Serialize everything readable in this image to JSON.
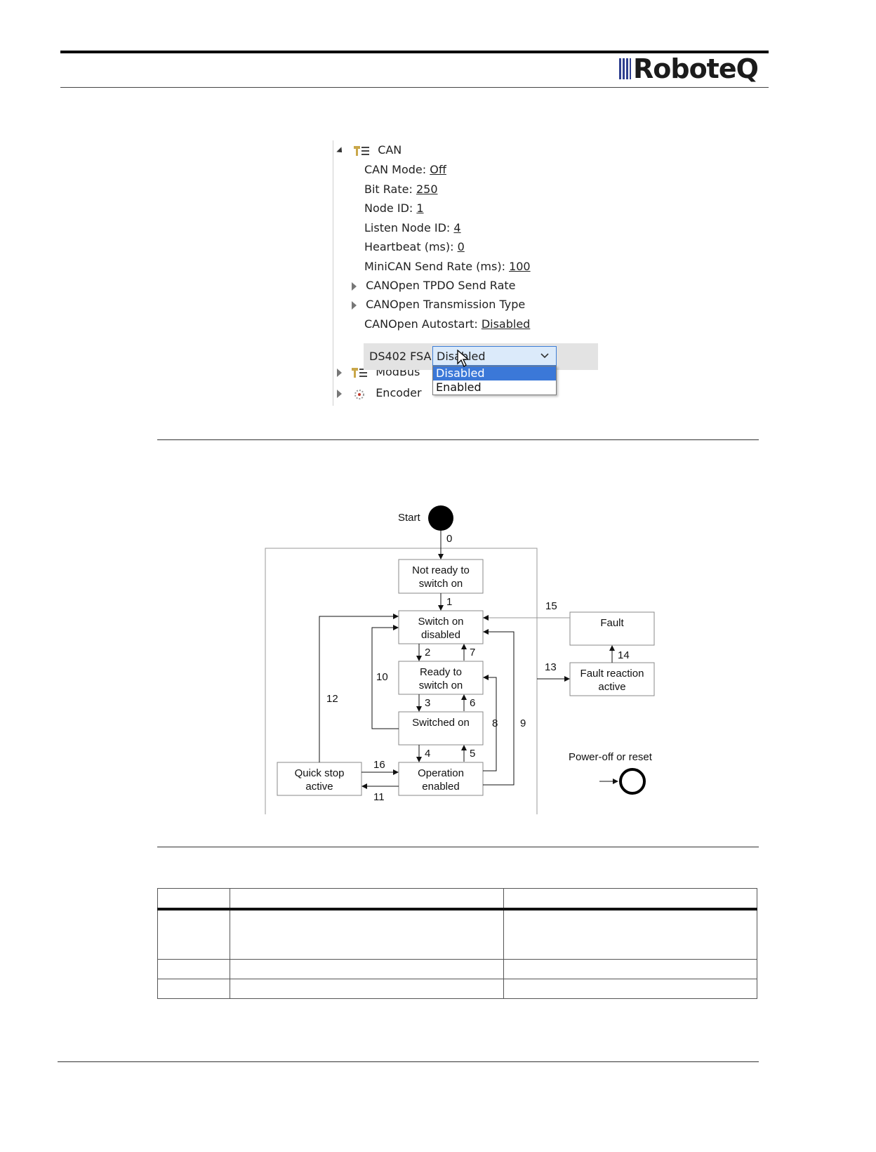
{
  "header": {
    "logo_text": "RoboteQ",
    "brand_color": "#2e3f8f"
  },
  "can_tree": {
    "title": "CAN",
    "items": [
      {
        "label": "CAN Mode:",
        "value": "Off"
      },
      {
        "label": "Bit Rate:",
        "value": "250"
      },
      {
        "label": "Node ID:",
        "value": "1"
      },
      {
        "label": "Listen Node ID:",
        "value": "4"
      },
      {
        "label": "Heartbeat (ms):",
        "value": "0"
      },
      {
        "label": "MiniCAN Send Rate (ms):",
        "value": "100"
      }
    ],
    "collapsed_items": [
      "CANOpen TPDO Send Rate",
      "CANOpen Transmission Type"
    ],
    "autostart": {
      "label": "CANOpen Autostart:",
      "value": "Disabled"
    },
    "fsa": {
      "label": "DS402 FSA:",
      "value": "Disabled",
      "options": [
        "Disabled",
        "Enabled"
      ]
    },
    "siblings": [
      "ModBus",
      "Encoder"
    ],
    "icons": {
      "network": "network-plug-icon",
      "encoder": "encoder-gear-icon",
      "chevron": "chevron-down-icon",
      "cursor": "mouse-cursor-icon"
    }
  },
  "state_diagram": {
    "start_label": "Start",
    "power_off_label": "Power-off or reset",
    "states": {
      "not_ready": [
        "Not ready to",
        "switch on"
      ],
      "switch_on_disabled": [
        "Switch on",
        "disabled"
      ],
      "ready": [
        "Ready to",
        "switch on"
      ],
      "switched_on": [
        "Switched on"
      ],
      "operation_enabled": [
        "Operation",
        "enabled"
      ],
      "quick_stop": [
        "Quick stop",
        "active"
      ],
      "fault": [
        "Fault"
      ],
      "fault_reaction": [
        "Fault reaction",
        "active"
      ]
    },
    "transitions": [
      "0",
      "1",
      "2",
      "3",
      "4",
      "5",
      "6",
      "7",
      "8",
      "9",
      "10",
      "11",
      "12",
      "13",
      "14",
      "15",
      "16"
    ]
  },
  "table": {
    "columns": [
      "",
      "",
      ""
    ],
    "rows": [
      [
        "",
        "",
        ""
      ],
      [
        "",
        "",
        ""
      ],
      [
        "",
        "",
        ""
      ]
    ]
  }
}
